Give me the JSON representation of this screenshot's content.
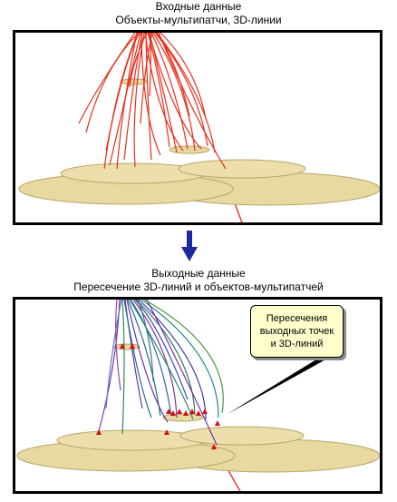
{
  "input": {
    "title": "Входные данные",
    "subtitle": "Объекты-мультипатчи, 3D-линии"
  },
  "output": {
    "title": "Выходные данные",
    "subtitle": "Пересечение 3D-линий и объектов-мультипатчей"
  },
  "callout": {
    "line1": "Пересечения",
    "line2": "выходных точек",
    "line3": "и 3D-линий"
  },
  "colors": {
    "disc_fill": "#e8d9a0",
    "disc_stroke": "#b8a66a",
    "line_red": "#e8301c",
    "arrow_blue": "#1a2a9c",
    "point_red": "#cc1111"
  }
}
